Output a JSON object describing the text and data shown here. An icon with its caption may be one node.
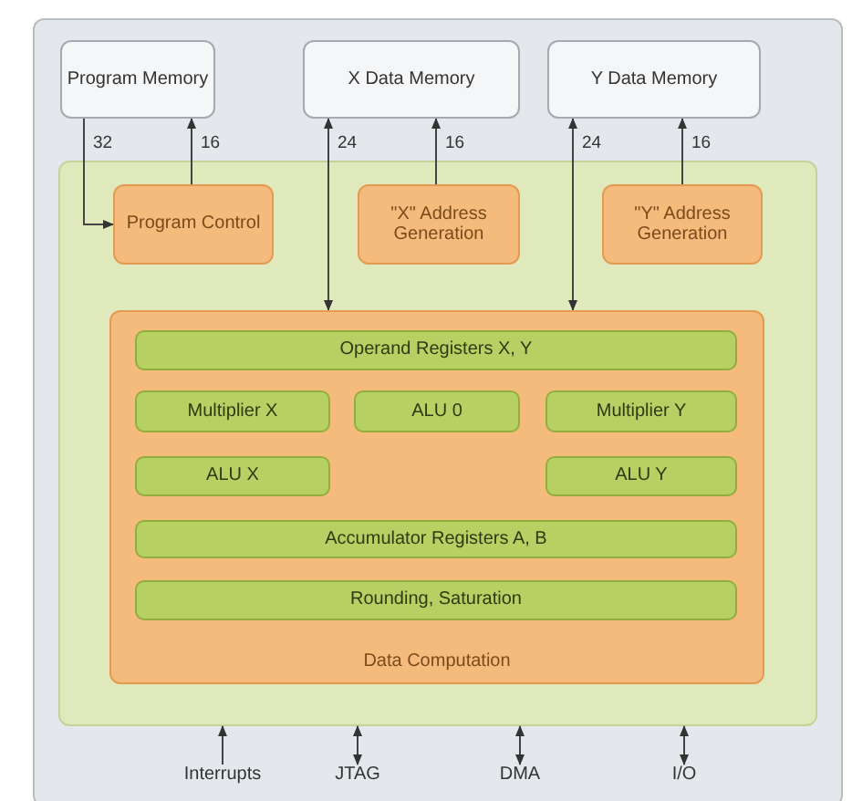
{
  "diagram": {
    "nodes": [
      {
        "text": [],
        "shape": "box"
      },
      {
        "text": [
          "Program Memory"
        ],
        "in": 0
      },
      {
        "text": [
          "X Data Memory"
        ],
        "in": 0
      },
      {
        "text": [
          "Y Data Memory"
        ],
        "in": 0
      },
      {
        "text": [],
        "shape": "box",
        "in": 0
      },
      {
        "text": [
          "Program Control"
        ],
        "in": 4
      },
      {
        "text": [
          "\"X\" Address Generation"
        ],
        "in": 4
      },
      {
        "text": [
          "\"Y\" Address Generation"
        ],
        "in": 4
      },
      {
        "text": [
          "Data Computation"
        ],
        "in": 4
      },
      {
        "text": [
          "Operand Registers X, Y"
        ],
        "in": 8
      },
      {
        "text": [
          "Multiplier X"
        ],
        "in": 8
      },
      {
        "text": [
          "ALU 0"
        ],
        "in": 8
      },
      {
        "text": [
          "Multiplier Y"
        ],
        "in": 8
      },
      {
        "text": [
          "ALU X"
        ],
        "in": 8
      },
      {
        "text": [
          "ALU Y"
        ],
        "in": 8
      },
      {
        "text": [
          "Accumulator Registers A, B"
        ],
        "in": 8
      },
      {
        "text": [
          "Rounding, Saturation"
        ],
        "in": 8
      },
      {
        "text": [
          "Interrupts"
        ],
        "in": 0
      },
      {
        "text": [
          "JTAG"
        ],
        "in": 0
      },
      {
        "text": [
          "DMA"
        ],
        "in": 0
      },
      {
        "text": [
          "I/O"
        ],
        "in": 0
      }
    ],
    "edges": [
      {
        "from": 1,
        "to": 5,
        "arrow": "to",
        "label": "32"
      },
      {
        "from": 5,
        "to": 1,
        "arrow": "to",
        "label": "16"
      },
      {
        "from": 2,
        "to": 8,
        "arrow": "both",
        "label": "24"
      },
      {
        "from": 6,
        "to": 2,
        "arrow": "to",
        "label": "16"
      },
      {
        "from": 3,
        "to": 8,
        "arrow": "both",
        "label": "24"
      },
      {
        "from": 7,
        "to": 3,
        "arrow": "to",
        "label": "16"
      },
      {
        "from": 17,
        "to": 4,
        "arrow": "to"
      },
      {
        "from": 18,
        "to": 4,
        "arrow": "both"
      },
      {
        "from": 19,
        "to": 4,
        "arrow": "both"
      },
      {
        "from": 20,
        "to": 4,
        "arrow": "both"
      }
    ]
  }
}
